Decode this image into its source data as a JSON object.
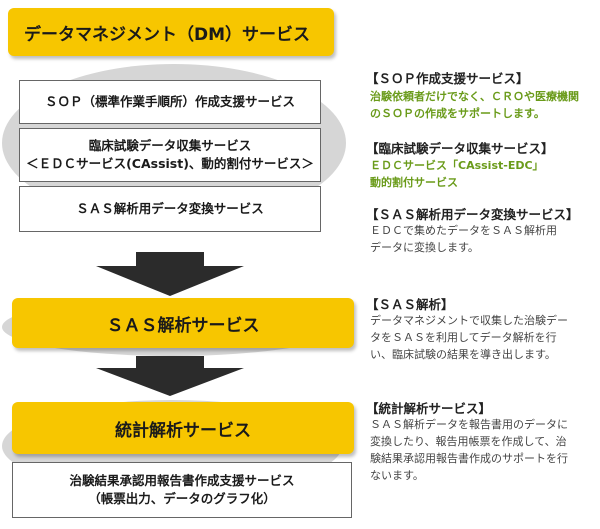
{
  "title": "データマネジメント（DM）サービス",
  "dm_services": [
    {
      "lines": [
        "ＳＯＰ（標準作業手順所）作成支援サービス"
      ]
    },
    {
      "lines": [
        "臨床試験データ収集サービス",
        "＜ＥＤＣサービス(CAssist)、動的割付サービス＞"
      ]
    },
    {
      "lines": [
        "ＳＡＳ解析用データ変換サービス"
      ]
    }
  ],
  "sas_service": "ＳＡＳ解析サービス",
  "stats_service": "統計解析サービス",
  "report_service": {
    "lines": [
      "治験結果承認用報告書作成支援サービス",
      "（帳票出力、データのグラフ化）"
    ]
  },
  "descriptions": [
    {
      "heading": "【ＳＯＰ作成支援サービス】",
      "lines": [
        "治験依頼者だけでなく、ＣＲＯや医療機関",
        "のＳＯＰの作成をサポートします。"
      ]
    },
    {
      "heading": "【臨床試験データ収集サービス】",
      "lines": [
        "ＥＤＣサービス「CAssist-EDC」",
        "動的割付サービス"
      ]
    },
    {
      "heading": "【ＳＡＳ解析用データ変換サービス】",
      "lines": [
        "ＥＤＣで集めたデータをＳＡＳ解析用",
        "データに変換します。"
      ]
    },
    {
      "heading": "【ＳＡＳ解析】",
      "lines": [
        "データマネジメントで収集した治験デー",
        "タをＳＡＳを利用してデータ解析を行",
        "い、臨床試験の結果を導き出します。"
      ]
    },
    {
      "heading": "【統計解析サービス】",
      "lines": [
        "ＳＡＳ解析データを報告書用のデータに",
        "変換したり、報告用帳票を作成して、治",
        "験結果承認用報告書作成のサポートを行",
        "ないます。"
      ]
    }
  ],
  "colors": {
    "accent": "#f7c600",
    "green_text": "#6a9b1a",
    "oval": "#d6d6d6",
    "arrow": "#2b2b2b"
  }
}
